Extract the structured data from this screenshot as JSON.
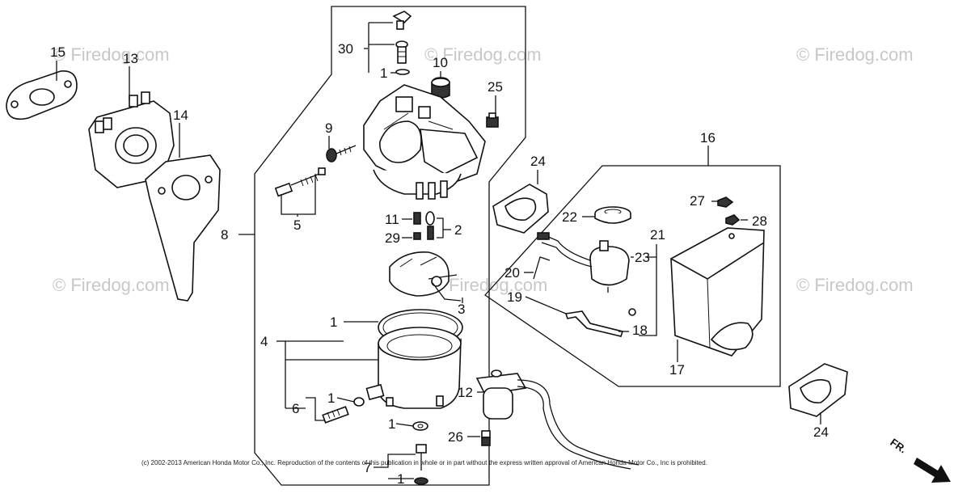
{
  "watermark": {
    "text": "© Firedog.com",
    "center_text": "Firedog.com"
  },
  "copyright": "(c) 2002-2013 American Honda Motor Co., Inc. Reproduction of the contents of this publication in whole or in part without the express written approval of American Honda Motor Co., Inc is prohibited.",
  "direction_label": "FR.",
  "callouts": {
    "c1a": "1",
    "c1b": "1",
    "c1c": "1",
    "c1d": "1",
    "c1e": "1",
    "c2": "2",
    "c3": "3",
    "c4": "4",
    "c5": "5",
    "c6": "6",
    "c7": "7",
    "c8": "8",
    "c9": "9",
    "c10": "10",
    "c11": "11",
    "c12": "12",
    "c13": "13",
    "c14": "14",
    "c15": "15",
    "c16": "16",
    "c17": "17",
    "c18": "18",
    "c19": "19",
    "c20": "20",
    "c21": "21",
    "c22": "22",
    "c23": "23",
    "c24a": "24",
    "c24b": "24",
    "c25": "25",
    "c26": "26",
    "c27": "27",
    "c28": "28",
    "c29": "29",
    "c30": "30"
  }
}
